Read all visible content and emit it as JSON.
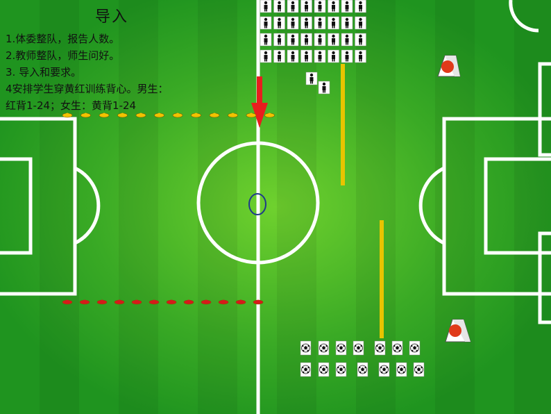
{
  "title": "导入",
  "notes": [
    "1.体委整队，报告人数。",
    "2.教师整队，师生问好。",
    "3. 导入和要求。",
    "4安排学生穿黄红训练背心。男生：",
    "红背1-24；女生：黄背1-24"
  ],
  "colors": {
    "grass_light": "#5cbd2a",
    "grass_dark": "#1f9a1f",
    "lines": "#ffffff",
    "yellow_cone": "#f2c200",
    "red_cone": "#d61a1a",
    "yellow_pole": "#e8c400",
    "arrow": "#e81e1e",
    "center_ring": "#1f3a8a"
  },
  "icons": {
    "player": "person-icon",
    "ball": "soccer-ball-icon",
    "goal": "mini-goal-icon"
  },
  "player_rows": [
    8,
    8,
    8,
    8
  ],
  "ball_rows": [
    7,
    7
  ],
  "yellow_cone_count": 12,
  "red_cone_count": 12
}
